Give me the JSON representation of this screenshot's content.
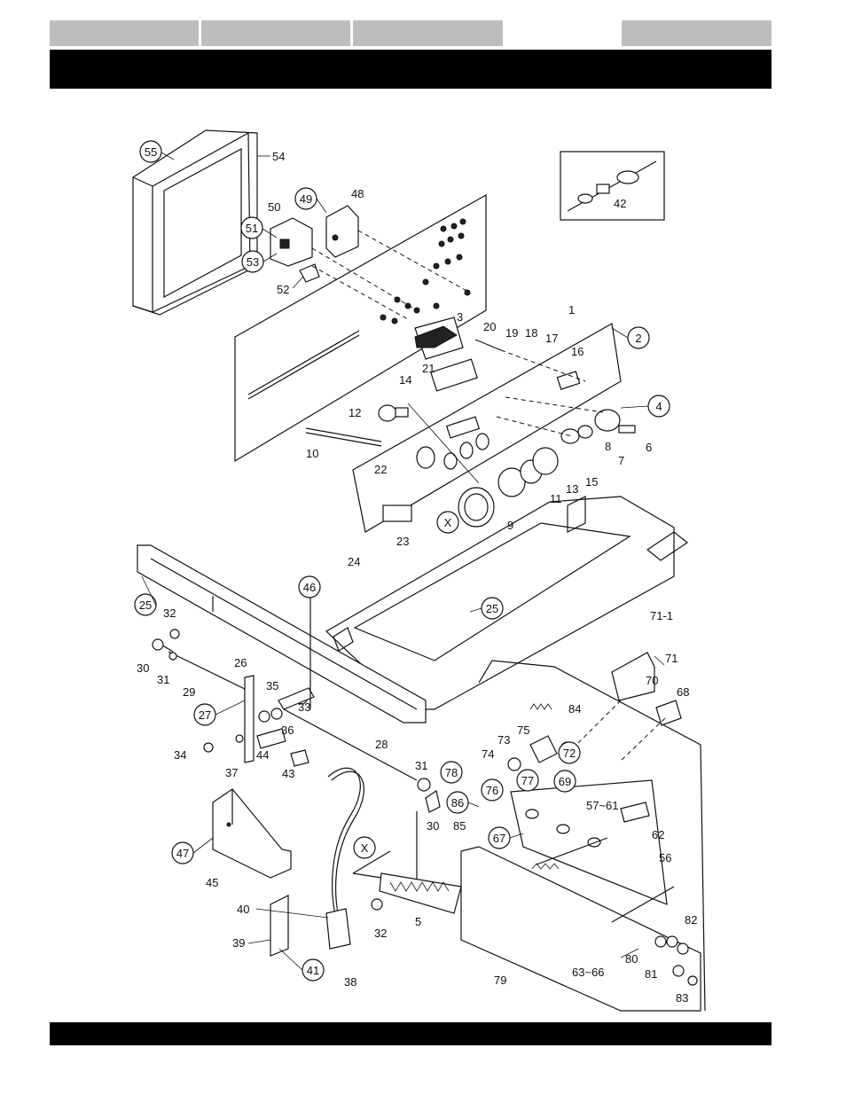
{
  "header": {
    "tabs": [
      "",
      "",
      "",
      "",
      ""
    ],
    "title": ""
  },
  "diagram": {
    "callouts_plain": [
      "54",
      "48",
      "50",
      "52",
      "3",
      "20",
      "19",
      "18",
      "17",
      "1",
      "16",
      "42",
      "14",
      "21",
      "12",
      "10",
      "6",
      "7",
      "8",
      "15",
      "13",
      "11",
      "9",
      "22",
      "23",
      "24",
      "32",
      "30",
      "31",
      "29",
      "26",
      "35",
      "33",
      "36",
      "34",
      "37",
      "44",
      "43",
      "28",
      "31",
      "30",
      "85",
      "5",
      "45",
      "40",
      "39",
      "38",
      "79",
      "80",
      "81",
      "82",
      "83",
      "56",
      "62",
      "57~61",
      "63~66",
      "74",
      "73",
      "75",
      "84",
      "71-1",
      "71",
      "70",
      "68",
      "32"
    ],
    "callouts_circled": [
      "55",
      "49",
      "51",
      "53",
      "2",
      "4",
      "X",
      "25",
      "46",
      "25",
      "27",
      "47",
      "41",
      "86",
      "78",
      "76",
      "77",
      "72",
      "69",
      "67",
      "X"
    ]
  }
}
